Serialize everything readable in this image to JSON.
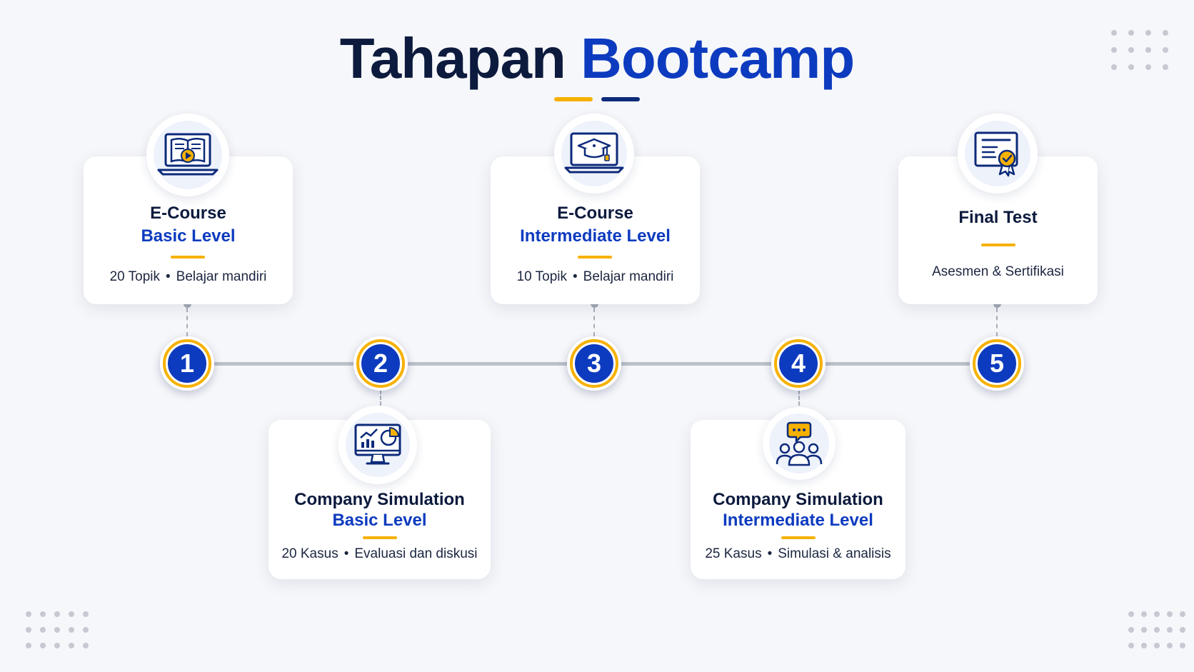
{
  "title": {
    "part1": "Tahapan",
    "part2": "Bootcamp"
  },
  "colors": {
    "navy": "#0c1a3d",
    "blue": "#0d3bbf",
    "accent": "#f6b100",
    "background": "#f6f7fa"
  },
  "steps": [
    {
      "number": "1",
      "icon": "ecourse-book-laptop-icon",
      "title": "E-Course",
      "level": "Basic Level",
      "detail_a": "20 Topik",
      "detail_b": "Belajar mandiri"
    },
    {
      "number": "2",
      "icon": "analytics-monitor-icon",
      "title": "Company Simulation",
      "level": "Basic Level",
      "detail_a": "20 Kasus",
      "detail_b": "Evaluasi dan diskusi"
    },
    {
      "number": "3",
      "icon": "graduation-laptop-icon",
      "title": "E-Course",
      "level": "Intermediate Level",
      "detail_a": "10 Topik",
      "detail_b": "Belajar mandiri"
    },
    {
      "number": "4",
      "icon": "team-discussion-icon",
      "title": "Company Simulation",
      "level": "Intermediate Level",
      "detail_a": "25 Kasus",
      "detail_b": "Simulasi & analisis"
    },
    {
      "number": "5",
      "icon": "certificate-icon",
      "title": "Final Test",
      "description": "Asesmen & Sertifikasi"
    }
  ]
}
